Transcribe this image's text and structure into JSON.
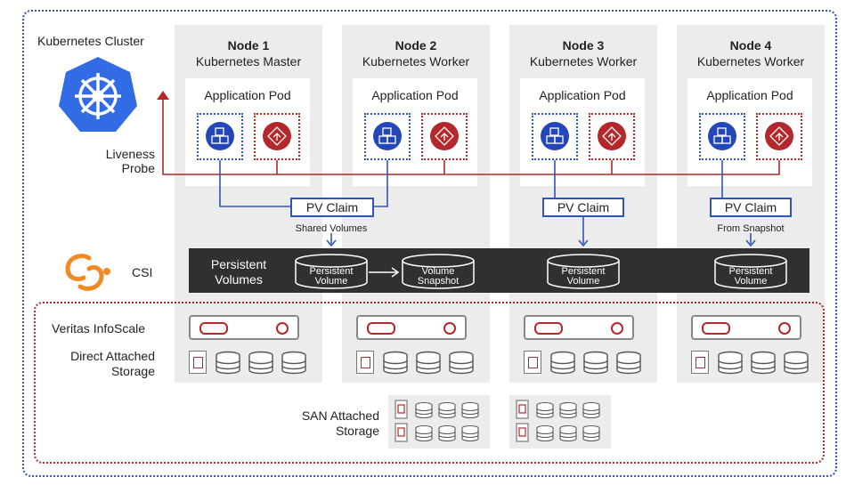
{
  "cluster": {
    "title": "Kubernetes Cluster",
    "liveness_line1": "Liveness",
    "liveness_line2": "Probe",
    "icon": "kubernetes-helm-icon"
  },
  "nodes": [
    {
      "name": "Node 1",
      "role": "Kubernetes Master",
      "pod": "Application Pod"
    },
    {
      "name": "Node 2",
      "role": "Kubernetes Worker",
      "pod": "Application Pod"
    },
    {
      "name": "Node 3",
      "role": "Kubernetes Worker",
      "pod": "Application Pod"
    },
    {
      "name": "Node 4",
      "role": "Kubernetes Worker",
      "pod": "Application Pod"
    }
  ],
  "pv_claims": [
    {
      "label": "PV Claim",
      "note": "Shared Volumes"
    },
    {
      "label": "PV Claim",
      "note": ""
    },
    {
      "label": "PV Claim",
      "note": "From Snapshot"
    }
  ],
  "csi": {
    "label": "CSI",
    "band_line1": "Persistent",
    "band_line2": "Volumes",
    "volumes": [
      {
        "line1": "Persistent",
        "line2": "Volume"
      },
      {
        "line1": "Volume",
        "line2": "Snapshot"
      },
      {
        "line1": "Persistent",
        "line2": "Volume"
      },
      {
        "line1": "Persistent",
        "line2": "Volume"
      }
    ]
  },
  "storage": {
    "infoscale": "Veritas InfoScale",
    "das_line1": "Direct Attached",
    "das_line2": "Storage",
    "san_line1": "SAN Attached",
    "san_line2": "Storage"
  },
  "colors": {
    "blue": "#2f55b8",
    "red": "#b4272a",
    "band": "#303030",
    "column": "#ececec"
  }
}
